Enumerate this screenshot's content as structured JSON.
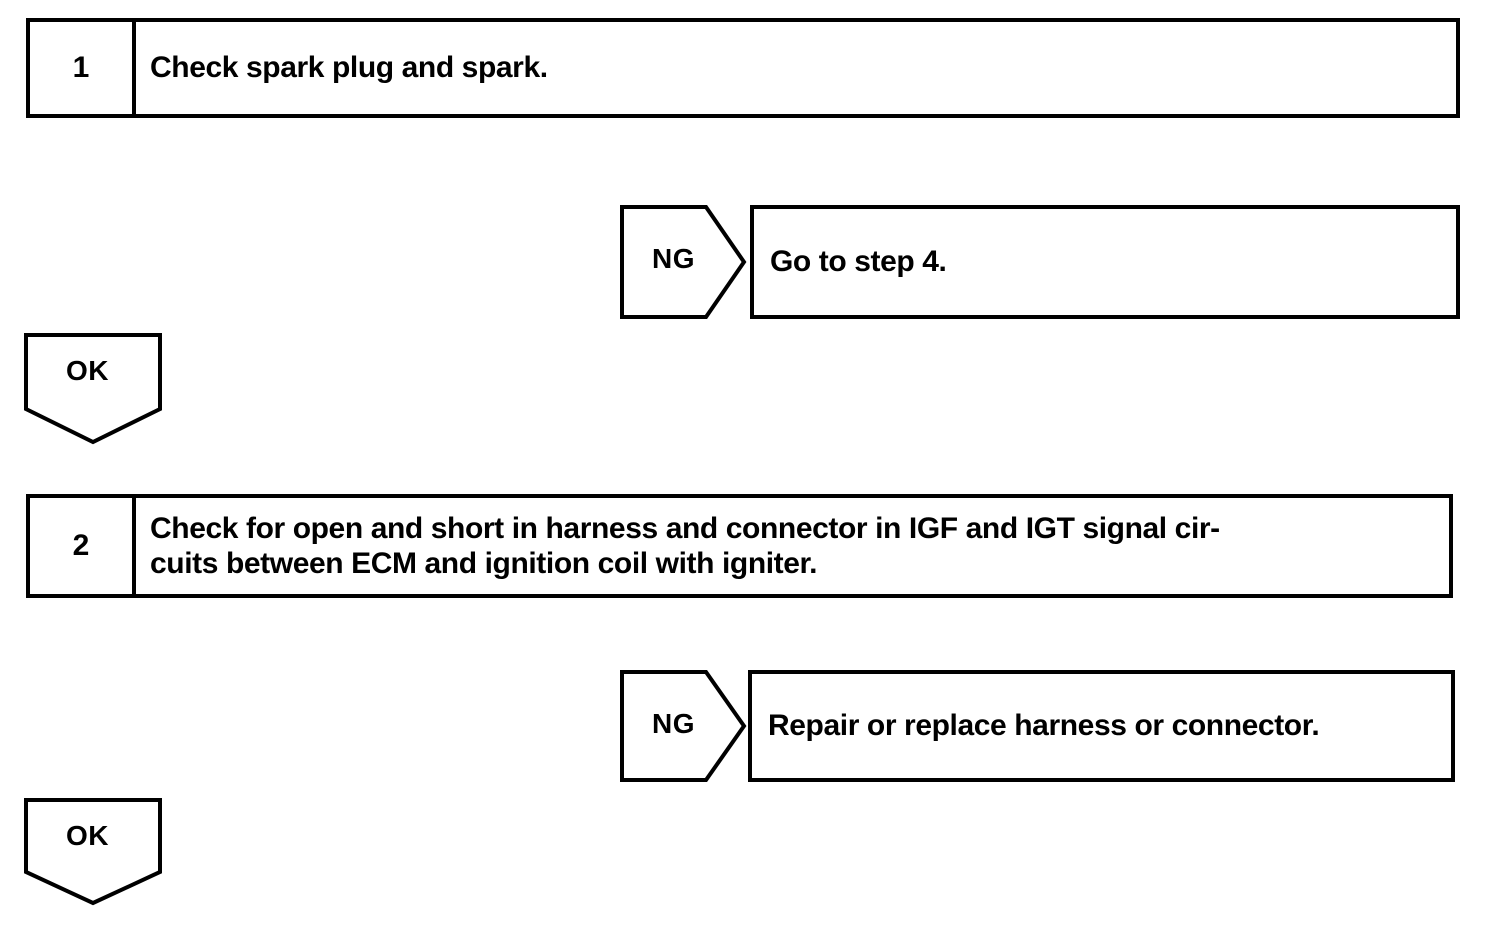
{
  "document": {
    "type": "troubleshooting-flowchart",
    "background_color": "#ffffff",
    "line_color": "#000000"
  },
  "steps": [
    {
      "number": "1",
      "text": "Check spark plug and spark."
    },
    {
      "number": "2",
      "text": "Check for open and short in harness and connector in IGF and IGT signal cir-\ncuits between ECM and ignition coil with igniter."
    }
  ],
  "branches": [
    {
      "result_label": "NG",
      "action": "Go to step 4."
    },
    {
      "result_label": "NG",
      "action": "Repair or replace harness or connector."
    }
  ],
  "ok_markers": [
    {
      "label": "OK"
    },
    {
      "label": "OK"
    }
  ]
}
